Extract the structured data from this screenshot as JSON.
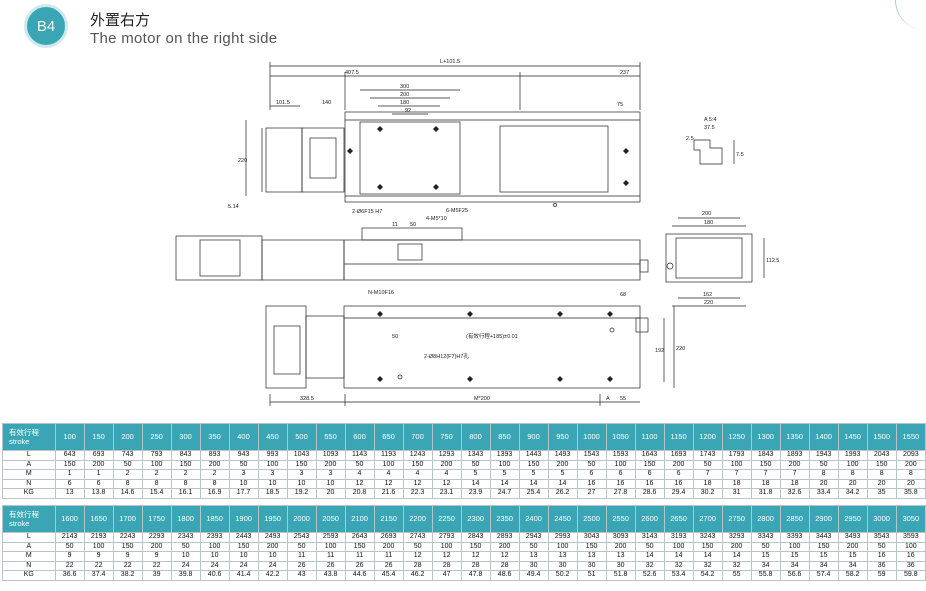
{
  "header": {
    "badge": "B4",
    "title_cn": "外置右方",
    "title_en": "The motor on the right side"
  },
  "drawing": {
    "dims_top": [
      "L+101.5",
      "407.5",
      "237",
      "300",
      "200",
      "180",
      "92",
      "101.5",
      "140",
      "75",
      "220",
      "5.14"
    ],
    "dims_mid": [
      "11",
      "50",
      "4-M5*10",
      "2-Ø6F15 H7",
      "6-M5F25"
    ],
    "dims_side": [
      "A 5:4",
      "37.5",
      "2.5",
      "200",
      "180",
      "162",
      "220",
      "112.5",
      "7.5"
    ],
    "dims_bottom": [
      "N-M10F16",
      "68",
      "(有效行程+185)±0.01",
      "50",
      "2-Ø8H12(F7)H7孔",
      "328.5",
      "M*200",
      "A",
      "55",
      "192",
      "220"
    ]
  },
  "tables": [
    {
      "header_cn": "有效行程",
      "header_en": "stroke",
      "strokes": [
        "100",
        "150",
        "200",
        "250",
        "300",
        "350",
        "400",
        "450",
        "500",
        "550",
        "600",
        "650",
        "700",
        "750",
        "800",
        "850",
        "900",
        "950",
        "1000",
        "1050",
        "1100",
        "1150",
        "1200",
        "1250",
        "1300",
        "1350",
        "1400",
        "1450",
        "1500",
        "1550"
      ],
      "rows": [
        {
          "label": "L",
          "values": [
            "643",
            "693",
            "743",
            "793",
            "843",
            "893",
            "943",
            "993",
            "1043",
            "1093",
            "1143",
            "1193",
            "1243",
            "1293",
            "1343",
            "1393",
            "1443",
            "1493",
            "1543",
            "1593",
            "1643",
            "1693",
            "1743",
            "1793",
            "1843",
            "1893",
            "1943",
            "1993",
            "2043",
            "2093"
          ]
        },
        {
          "label": "A",
          "values": [
            "150",
            "200",
            "50",
            "100",
            "150",
            "200",
            "50",
            "100",
            "150",
            "200",
            "50",
            "100",
            "150",
            "200",
            "50",
            "100",
            "150",
            "200",
            "50",
            "100",
            "150",
            "200",
            "50",
            "100",
            "150",
            "200",
            "50",
            "100",
            "150",
            "200"
          ]
        },
        {
          "label": "M",
          "values": [
            "1",
            "1",
            "2",
            "2",
            "2",
            "2",
            "3",
            "3",
            "3",
            "3",
            "4",
            "4",
            "4",
            "4",
            "5",
            "5",
            "5",
            "5",
            "6",
            "6",
            "6",
            "6",
            "7",
            "7",
            "7",
            "7",
            "8",
            "8",
            "8",
            "8"
          ]
        },
        {
          "label": "N",
          "values": [
            "6",
            "6",
            "8",
            "8",
            "8",
            "8",
            "10",
            "10",
            "10",
            "10",
            "12",
            "12",
            "12",
            "12",
            "14",
            "14",
            "14",
            "14",
            "16",
            "16",
            "16",
            "16",
            "18",
            "18",
            "18",
            "18",
            "20",
            "20",
            "20",
            "20"
          ]
        },
        {
          "label": "KG",
          "values": [
            "13",
            "13.8",
            "14.6",
            "15.4",
            "16.1",
            "16.9",
            "17.7",
            "18.5",
            "19.2",
            "20",
            "20.8",
            "21.6",
            "22.3",
            "23.1",
            "23.9",
            "24.7",
            "25.4",
            "26.2",
            "27",
            "27.8",
            "28.6",
            "29.4",
            "30.2",
            "31",
            "31.8",
            "32.6",
            "33.4",
            "34.2",
            "35",
            "35.8"
          ]
        }
      ]
    },
    {
      "header_cn": "有效行程",
      "header_en": "stroke",
      "strokes": [
        "1600",
        "1650",
        "1700",
        "1750",
        "1800",
        "1850",
        "1900",
        "1950",
        "2000",
        "2050",
        "2100",
        "2150",
        "2200",
        "2250",
        "2300",
        "2350",
        "2400",
        "2450",
        "2500",
        "2550",
        "2600",
        "2650",
        "2700",
        "2750",
        "2800",
        "2850",
        "2900",
        "2950",
        "3000",
        "3050"
      ],
      "rows": [
        {
          "label": "L",
          "values": [
            "2143",
            "2193",
            "2243",
            "2293",
            "2343",
            "2393",
            "2443",
            "2493",
            "2543",
            "2593",
            "2643",
            "2693",
            "2743",
            "2793",
            "2843",
            "2893",
            "2943",
            "2993",
            "3043",
            "3093",
            "3143",
            "3193",
            "3243",
            "3293",
            "3343",
            "3393",
            "3443",
            "3493",
            "3543",
            "3593"
          ]
        },
        {
          "label": "A",
          "values": [
            "50",
            "100",
            "150",
            "200",
            "50",
            "100",
            "150",
            "200",
            "50",
            "100",
            "150",
            "200",
            "50",
            "100",
            "150",
            "200",
            "50",
            "100",
            "150",
            "200",
            "50",
            "100",
            "150",
            "200",
            "50",
            "100",
            "150",
            "200",
            "50",
            "100"
          ]
        },
        {
          "label": "M",
          "values": [
            "9",
            "9",
            "9",
            "9",
            "10",
            "10",
            "10",
            "10",
            "11",
            "11",
            "11",
            "11",
            "12",
            "12",
            "12",
            "12",
            "13",
            "13",
            "13",
            "13",
            "14",
            "14",
            "14",
            "14",
            "15",
            "15",
            "15",
            "15",
            "16",
            "16"
          ]
        },
        {
          "label": "N",
          "values": [
            "22",
            "22",
            "22",
            "22",
            "24",
            "24",
            "24",
            "24",
            "26",
            "26",
            "26",
            "26",
            "28",
            "28",
            "28",
            "28",
            "30",
            "30",
            "30",
            "30",
            "32",
            "32",
            "32",
            "32",
            "34",
            "34",
            "34",
            "34",
            "36",
            "36"
          ]
        },
        {
          "label": "KG",
          "values": [
            "36.6",
            "37.4",
            "38.2",
            "39",
            "39.8",
            "40.6",
            "41.4",
            "42.2",
            "43",
            "43.8",
            "44.6",
            "45.4",
            "46.2",
            "47",
            "47.8",
            "48.6",
            "49.4",
            "50.2",
            "51",
            "51.8",
            "52.6",
            "53.4",
            "54.2",
            "55",
            "55.8",
            "56.6",
            "57.4",
            "58.2",
            "59",
            "59.8"
          ]
        }
      ]
    }
  ]
}
